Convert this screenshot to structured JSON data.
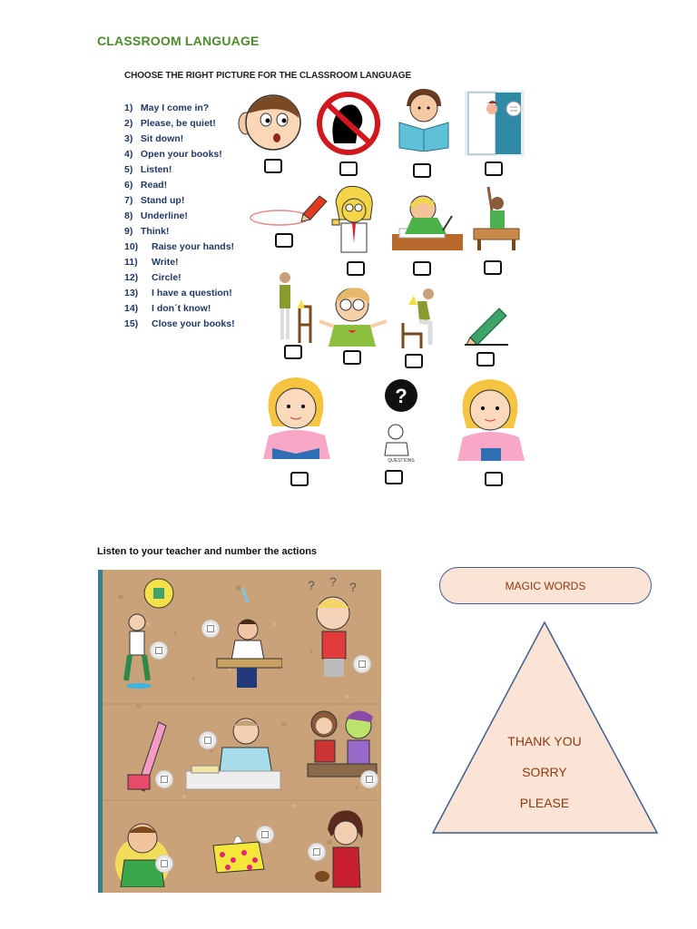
{
  "worksheet": {
    "title": "CLASSROOM LANGUAGE",
    "instruction": "CHOOSE THE RIGHT PICTURE FOR THE CLASSROOM LANGUAGE",
    "phrases": [
      {
        "num": "1)",
        "text": "May I come in?"
      },
      {
        "num": "2)",
        "text": "Please, be quiet!"
      },
      {
        "num": "3)",
        "text": "Sit down!"
      },
      {
        "num": "4)",
        "text": "Open your books!"
      },
      {
        "num": "5)",
        "text": "Listen!"
      },
      {
        "num": "6)",
        "text": "Read!"
      },
      {
        "num": "7)",
        "text": "Stand up!"
      },
      {
        "num": "8)",
        "text": "Underline!"
      },
      {
        "num": "9)",
        "text": "Think!"
      },
      {
        "num": "10)",
        "text": "Raise your hands!"
      },
      {
        "num": "11)",
        "text": "Write!"
      },
      {
        "num": "12)",
        "text": "Circle!"
      },
      {
        "num": "13)",
        "text": "I have a question!"
      },
      {
        "num": "14)",
        "text": "I don´t know!"
      },
      {
        "num": "15)",
        "text": "Close your books!"
      }
    ],
    "question_mark": "?",
    "question_caption": "QUESTIONS"
  },
  "listening": {
    "instruction": "Listen to your teacher and  number the actions"
  },
  "magic_words": {
    "label": "MAGIC WORDS",
    "words": [
      "THANK YOU",
      "SORRY",
      "PLEASE"
    ]
  },
  "colors": {
    "title_green": "#4e8a2e",
    "phrase_navy": "#1f3864",
    "cork": "#c9a27a",
    "peach": "#fbe3d6",
    "magic_text": "#8b3a0d"
  }
}
